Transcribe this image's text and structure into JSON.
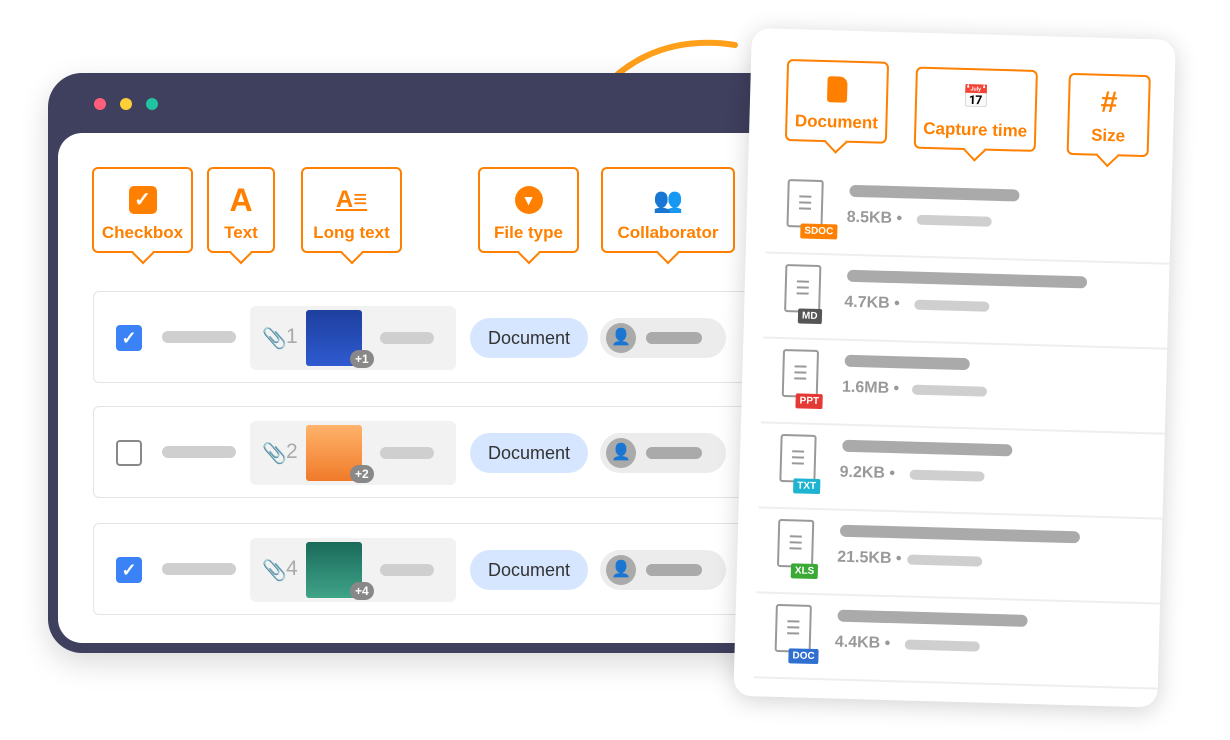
{
  "field_tags": [
    {
      "label": "Checkbox",
      "icon": "checkbox-icon"
    },
    {
      "label": "Text",
      "icon": "text-icon"
    },
    {
      "label": "Long text",
      "icon": "long-text-icon"
    },
    {
      "label": "File type",
      "icon": "dropdown-icon"
    },
    {
      "label": "Collaborator",
      "icon": "users-icon"
    }
  ],
  "rows": [
    {
      "checked": true,
      "count": "1",
      "extra": "+1",
      "file_type": "Document"
    },
    {
      "checked": false,
      "count": "2",
      "extra": "+2",
      "file_type": "Document"
    },
    {
      "checked": true,
      "count": "4",
      "extra": "+4",
      "file_type": "Document"
    }
  ],
  "card_tags": [
    {
      "label": "Document",
      "icon": "document-icon"
    },
    {
      "label": "Capture time",
      "icon": "calendar-icon"
    },
    {
      "label": "Size",
      "icon": "hash-icon"
    }
  ],
  "files": [
    {
      "ext": "SDOC",
      "size": "8.5KB",
      "color": "#ff8000"
    },
    {
      "ext": "MD",
      "size": "4.7KB",
      "color": "#555555"
    },
    {
      "ext": "PPT",
      "size": "1.6MB",
      "color": "#e53935"
    },
    {
      "ext": "TXT",
      "size": "9.2KB",
      "color": "#1fb3d2"
    },
    {
      "ext": "XLS",
      "size": "21.5KB",
      "color": "#3aa935"
    },
    {
      "ext": "DOC",
      "size": "4.4KB",
      "color": "#2f6fd0"
    }
  ],
  "accent": "#ff8000"
}
